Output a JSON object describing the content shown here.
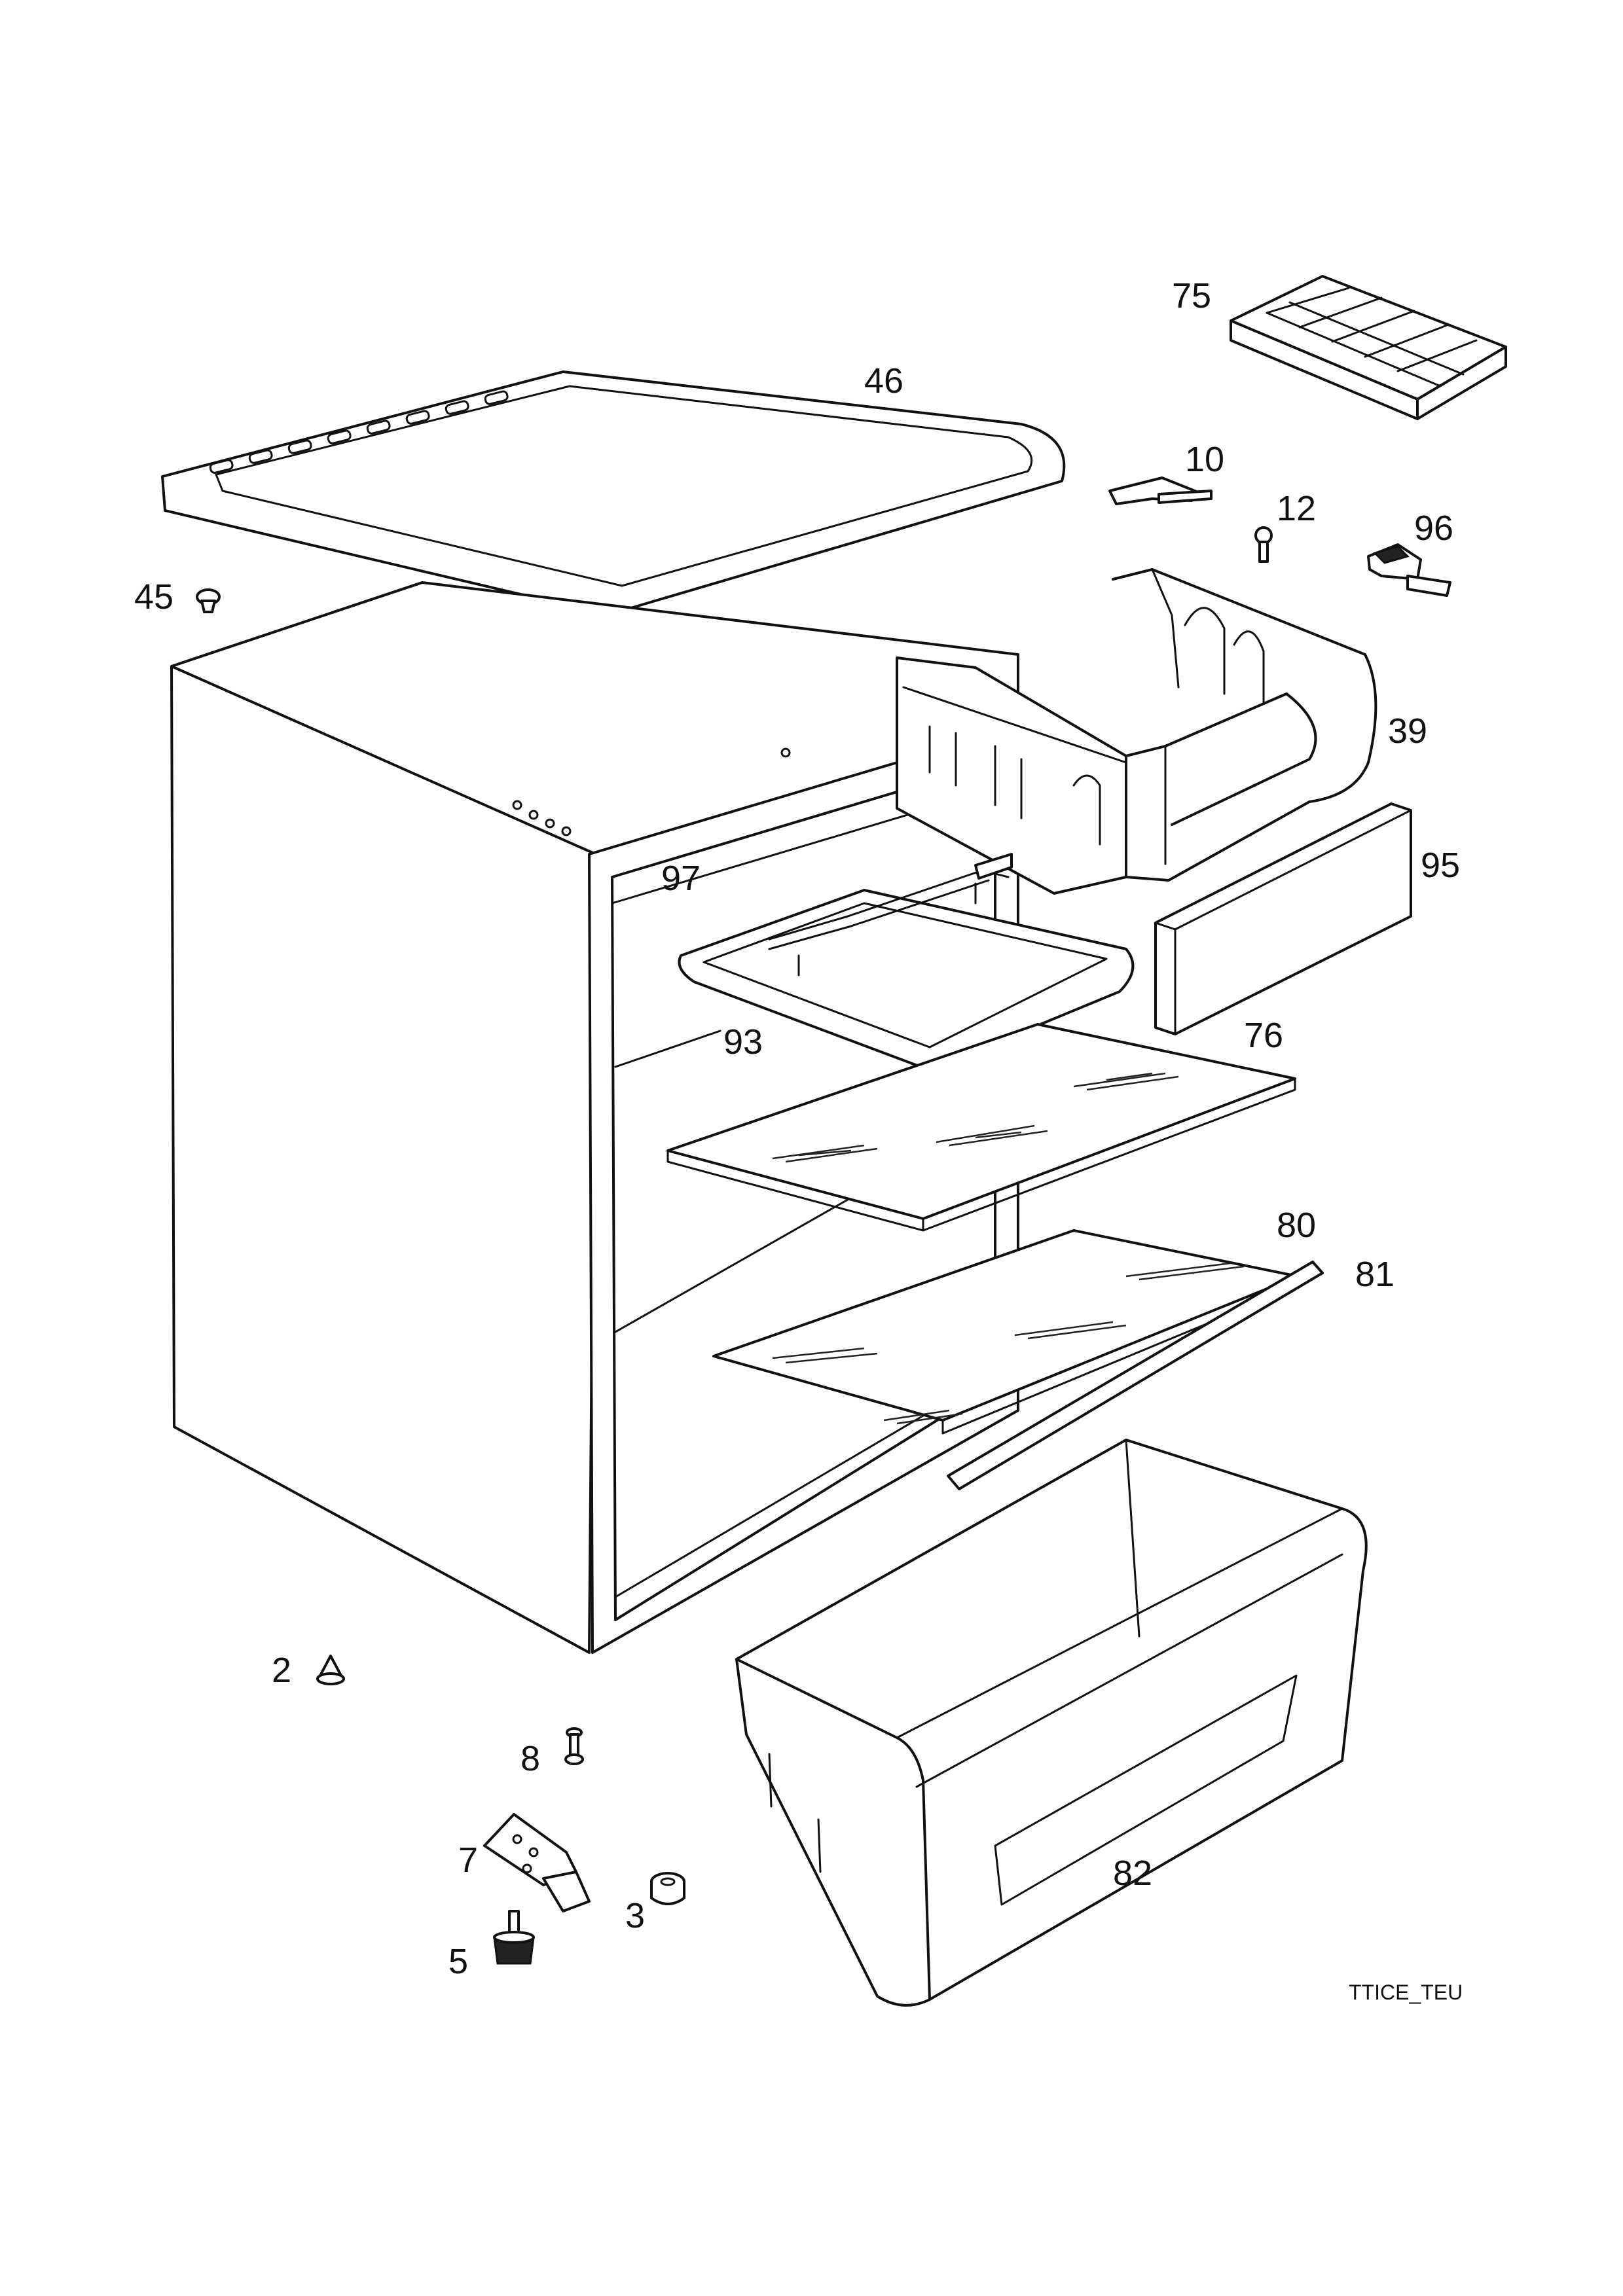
{
  "parts": [
    {
      "id": "p75",
      "label": "75"
    },
    {
      "id": "p46",
      "label": "46"
    },
    {
      "id": "p10",
      "label": "10"
    },
    {
      "id": "p12",
      "label": "12"
    },
    {
      "id": "p96",
      "label": "96"
    },
    {
      "id": "p45",
      "label": "45"
    },
    {
      "id": "p39",
      "label": "39"
    },
    {
      "id": "p95",
      "label": "95"
    },
    {
      "id": "p97",
      "label": "97"
    },
    {
      "id": "p93",
      "label": "93"
    },
    {
      "id": "p76",
      "label": "76"
    },
    {
      "id": "p80",
      "label": "80"
    },
    {
      "id": "p81",
      "label": "81"
    },
    {
      "id": "p2",
      "label": "2"
    },
    {
      "id": "p8",
      "label": "8"
    },
    {
      "id": "p7",
      "label": "7"
    },
    {
      "id": "p3",
      "label": "3"
    },
    {
      "id": "p5",
      "label": "5"
    },
    {
      "id": "p82",
      "label": "82"
    }
  ],
  "drawing_code": "TTICE_TEU"
}
